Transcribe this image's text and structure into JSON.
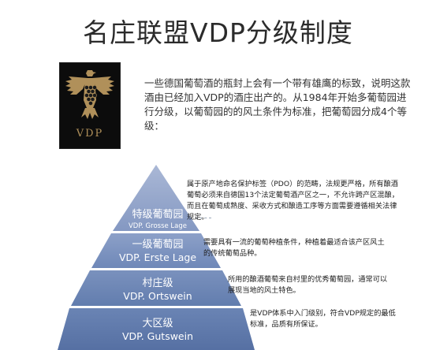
{
  "title": "名庄联盟VDP分级制度",
  "logo": {
    "text": "VDP",
    "icon": "eagle-grapes-icon"
  },
  "intro": "一些德国葡萄酒的瓶封上会有一个带有雄鹰的标致，说明这款酒由已经加入VDP的酒庄出产的。从1984年开始多葡萄园进行分级，以葡萄园的的风土条件为标准，把葡萄园分成4个等级：",
  "levels": [
    {
      "zh": "特级葡萄园",
      "en": "VDP. Grosse Lage",
      "desc": "属于原产地命名保护标签（PDO）的范畴，法规更严格，所有酿酒葡萄必须来自德国13个法定葡萄酒产区之一，不允许跨产区混酿，而且在葡萄成熟度、采收方式和酿造工序等方面需要遵循相关法律规定。"
    },
    {
      "zh": "一级葡萄园",
      "en": "VDP. Erste Lage",
      "desc": "需要具有一流的葡萄种植条件，种植着最适合该产区风土的传统葡萄品种。"
    },
    {
      "zh": "村庄级",
      "en": "VDP. Ortswein",
      "desc": "所用的酿酒葡萄来自村里的优秀葡萄园，通常可以展现当地的风土特色。"
    },
    {
      "zh": "大区级",
      "en": "VDP. Gutswein",
      "desc": "是VDP体系中入门级别，符合VDP规定的最低标准，品质有所保证。"
    }
  ],
  "colors": {
    "layer1": "#8fa3c7",
    "layer2": "#7c93bd",
    "layer3": "#6a84b4",
    "layer4": "#5a77ab",
    "logo_bg": "#0c0c0c",
    "logo_gold": "#b0905a"
  }
}
